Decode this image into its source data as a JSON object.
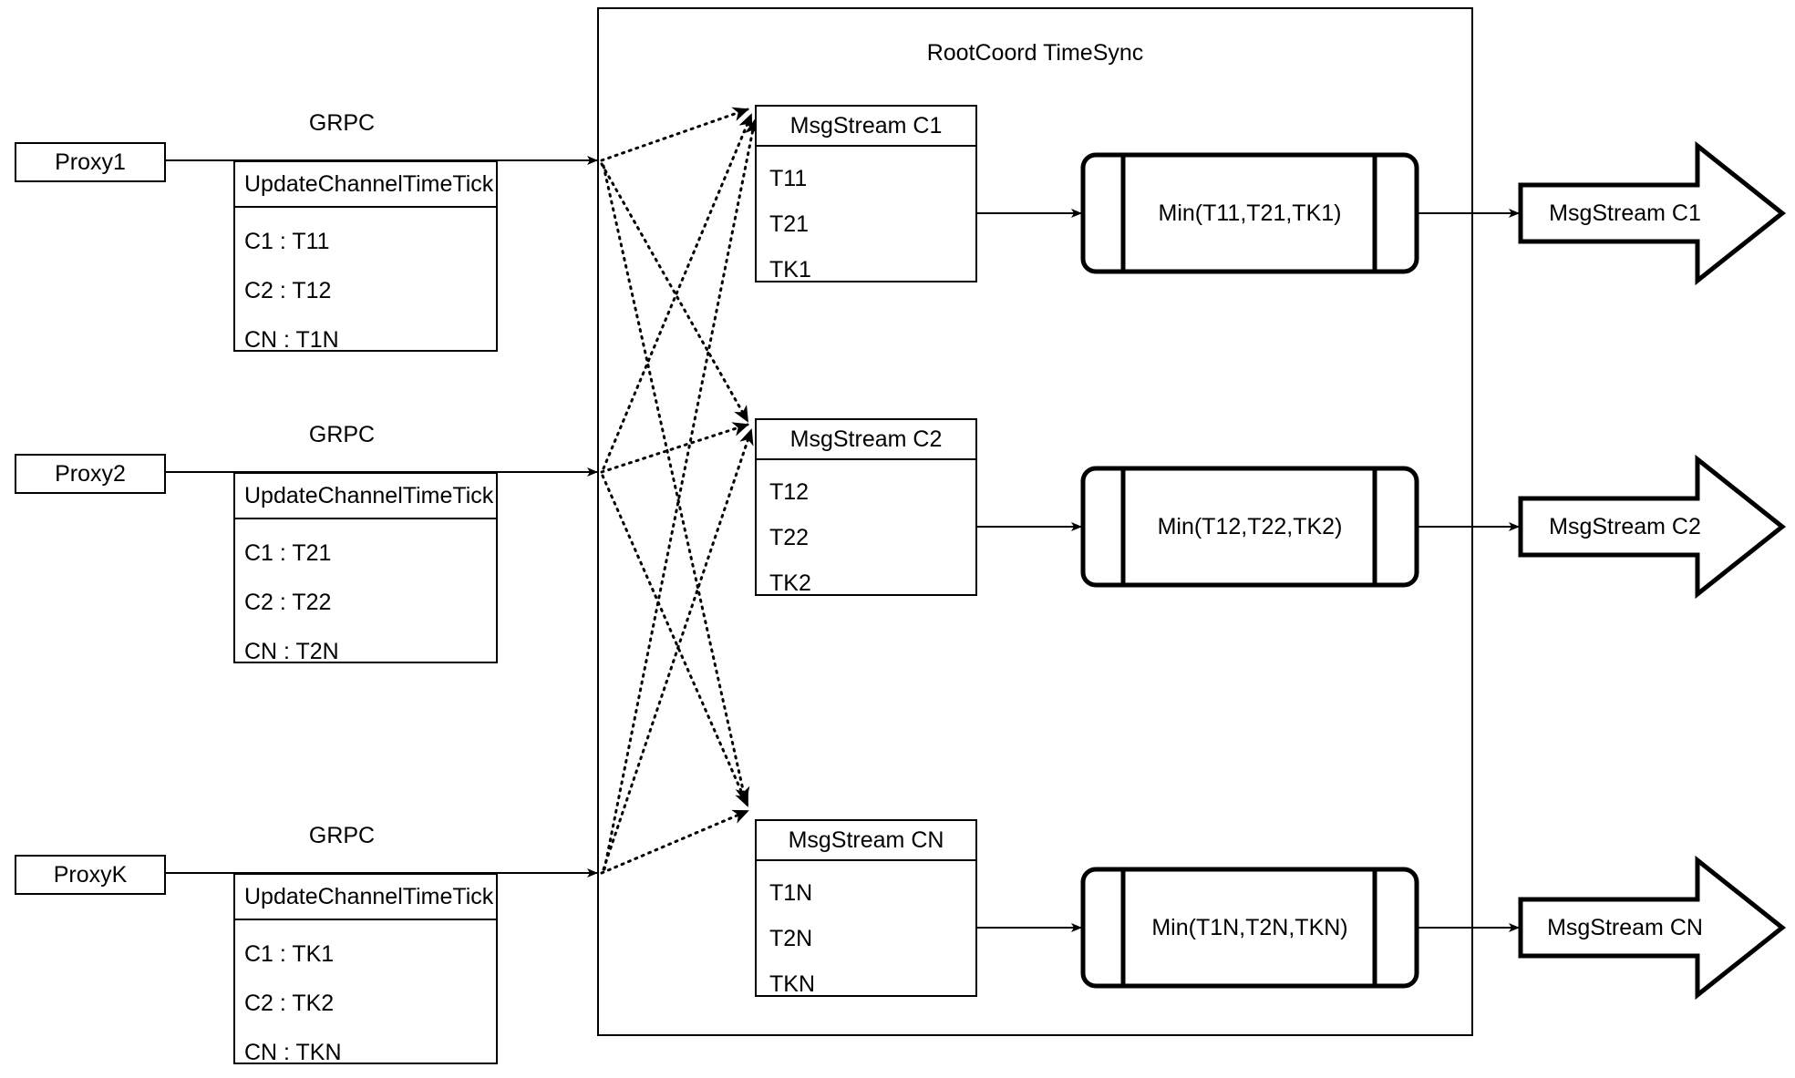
{
  "diagram": {
    "title": "RootCoord TimeSync",
    "colors": {
      "stroke": "#000000",
      "background": "#ffffff"
    },
    "proxies": [
      {
        "name": "Proxy1",
        "link_label": "GRPC",
        "message": {
          "header": "UpdateChannelTimeTick",
          "rows": [
            "C1 :  T11",
            "C2 :  T12",
            "CN : T1N"
          ]
        }
      },
      {
        "name": "Proxy2",
        "link_label": "GRPC",
        "message": {
          "header": "UpdateChannelTimeTick",
          "rows": [
            "C1 :  T21",
            "C2 :  T22",
            "CN : T2N"
          ]
        }
      },
      {
        "name": "ProxyK",
        "link_label": "GRPC",
        "message": {
          "header": "UpdateChannelTimeTick",
          "rows": [
            "C1 :  TK1",
            "C2 :  TK2",
            "CN : TKN"
          ]
        }
      }
    ],
    "channels": [
      {
        "stream": {
          "header": "MsgStream C1",
          "rows": [
            "T11",
            "T21",
            "TK1"
          ]
        },
        "process": "Min(T11,T21,TK1)",
        "output": "MsgStream C1"
      },
      {
        "stream": {
          "header": "MsgStream C2",
          "rows": [
            "T12",
            "T22",
            "TK2"
          ]
        },
        "process": "Min(T12,T22,TK2)",
        "output": "MsgStream C2"
      },
      {
        "stream": {
          "header": "MsgStream CN",
          "rows": [
            "T1N",
            "T2N",
            "TKN"
          ]
        },
        "process": "Min(T1N,T2N,TKN)",
        "output": "MsgStream CN"
      }
    ]
  }
}
